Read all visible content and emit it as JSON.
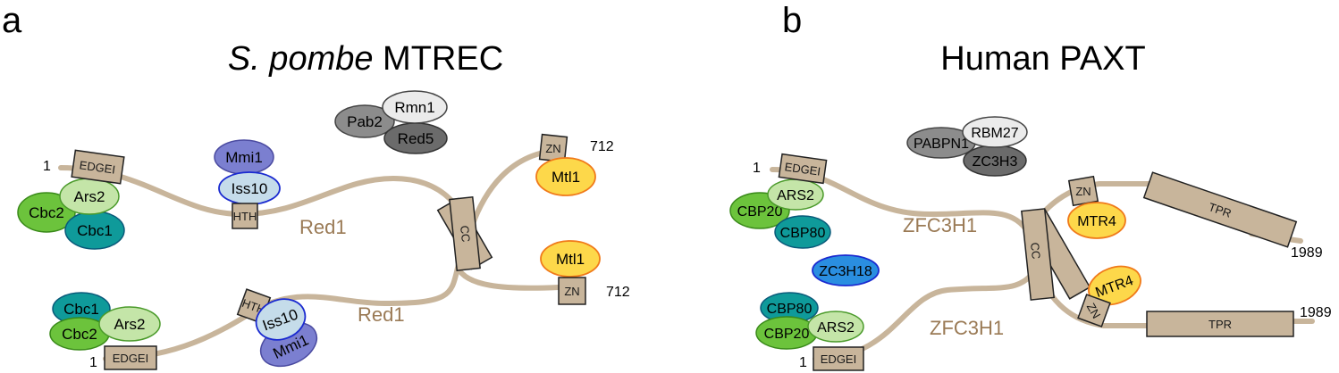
{
  "panel_a": {
    "letter": "a",
    "title_italic": "S. pombe",
    "title_rest": " MTREC",
    "chain_top_label": "Red1",
    "chain_bottom_label": "Red1",
    "num_start_top": "1",
    "num_end_top": "712",
    "num_start_bottom": "1",
    "num_end_bottom": "712",
    "domain_edgei_top": "EDGEI",
    "domain_edgei_bottom": "EDGEI",
    "domain_hth_top": "HTH",
    "domain_hth_bottom": "HTH",
    "domain_cc": "CC",
    "domain_zn_top": "ZN",
    "domain_zn_bottom": "ZN",
    "protein_pab2": "Pab2",
    "protein_rmn1": "Rmn1",
    "protein_red5": "Red5",
    "protein_mmi1_top": "Mmi1",
    "protein_iss10_top": "Iss10",
    "protein_mmi1_bottom": "Mmi1",
    "protein_iss10_bottom": "Iss10",
    "protein_cbc2_top": "Cbc2",
    "protein_ars2_top": "Ars2",
    "protein_cbc1_top": "Cbc1",
    "protein_cbc1_bottom": "Cbc1",
    "protein_cbc2_bottom": "Cbc2",
    "protein_ars2_bottom": "Ars2",
    "protein_mtl1_top": "Mtl1",
    "protein_mtl1_bottom": "Mtl1"
  },
  "panel_b": {
    "letter": "b",
    "title": "Human PAXT",
    "chain_top_label": "ZFC3H1",
    "chain_bottom_label": "ZFC3H1",
    "num_start_top": "1",
    "num_end_top": "1989",
    "num_start_bottom": "1",
    "num_end_bottom": "1989",
    "domain_edgei_top": "EDGEI",
    "domain_edgei_bottom": "EDGEI",
    "domain_cc": "CC",
    "domain_zn_top": "ZN",
    "domain_zn_bottom": "ZN",
    "domain_tpr_top": "TPR",
    "domain_tpr_bottom": "TPR",
    "protein_pabpn1": "PABPN1",
    "protein_rbm27": "RBM27",
    "protein_zc3h3": "ZC3H3",
    "protein_ars2_top": "ARS2",
    "protein_cbp20_top": "CBP20",
    "protein_cbp80_top": "CBP80",
    "protein_zc3h18": "ZC3H18",
    "protein_cbp80_bottom": "CBP80",
    "protein_cbp20_bottom": "CBP20",
    "protein_ars2_bottom": "ARS2",
    "protein_mtr4_top": "MTR4",
    "protein_mtr4_bottom": "MTR4"
  },
  "colors": {
    "chain": "#c8b59b",
    "domain_box": "#c8b59b",
    "cbc2": "#6cc33c",
    "ars2": "#c4e5a8",
    "cbc1": "#0f9a9a",
    "mmi1": "#7b7fd0",
    "iss10": "#c5dcea",
    "mtl1": "#fdd84a",
    "mtl1_stroke": "#f07a1a",
    "pab2": "#8c8c8c",
    "rmn1": "#ebebeb",
    "red5": "#6b6b6b",
    "zc3h18": "#2a8ee0",
    "zc3h18_stroke": "#1a2ad0"
  }
}
